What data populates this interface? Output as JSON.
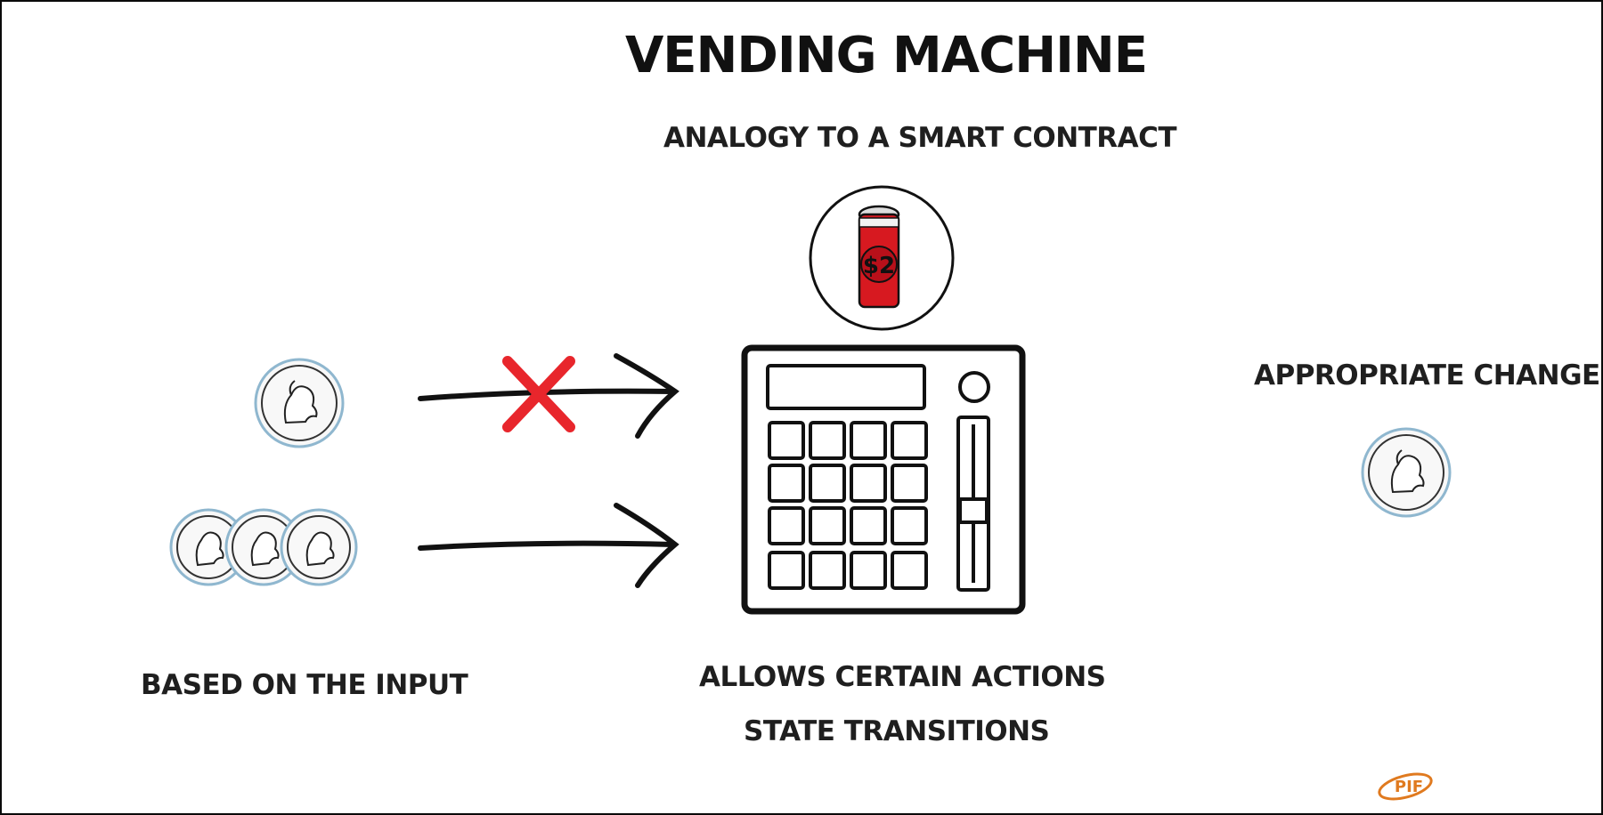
{
  "diagram": {
    "title": "VENDING MACHINE",
    "subtitle": "ANALOGY TO A SMART CONTRACT",
    "can_price": "$2",
    "output_label": "APPROPRIATE CHANGE",
    "input_label": "BASED ON THE INPUT",
    "machine_caption_1": "ALLOWS CERTAIN ACTIONS",
    "machine_caption_2": "STATE TRANSITIONS",
    "logo_text": "PIF",
    "colors": {
      "ink": "#111111",
      "reject": "#e8262c",
      "can": "#d71920",
      "coin": "#8fb7cf",
      "logo": "#e07a1f"
    }
  }
}
